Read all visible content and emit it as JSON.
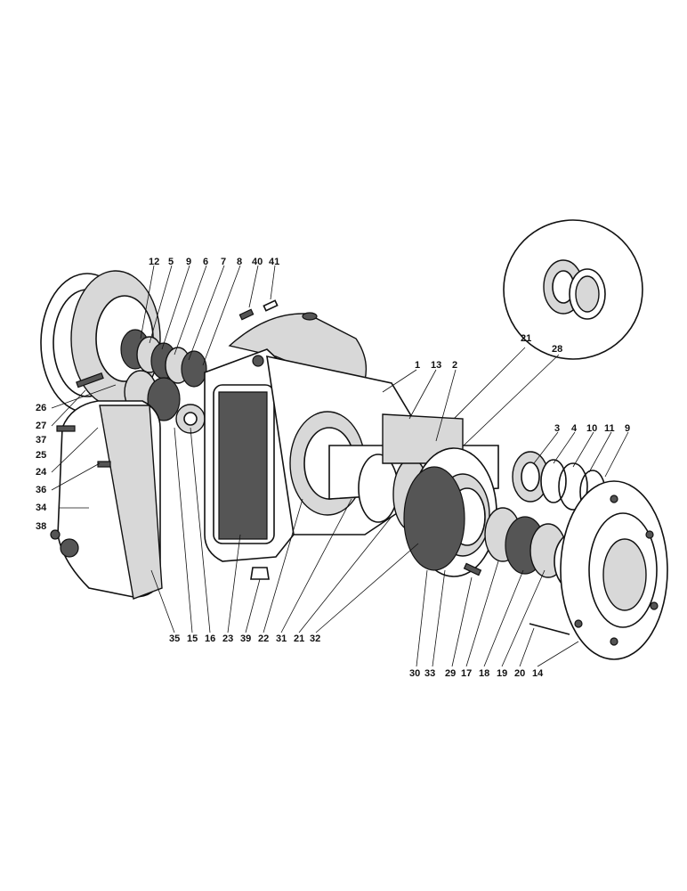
{
  "labels": {
    "top": [
      "12",
      "5",
      "9",
      "6",
      "7",
      "8",
      "40",
      "41"
    ],
    "upper_mid": [
      "1",
      "13",
      "2"
    ],
    "inset": [
      "21",
      "28"
    ],
    "right_top": [
      "3",
      "4",
      "10",
      "11",
      "9"
    ],
    "left": [
      "26",
      "27",
      "37",
      "25",
      "24",
      "36",
      "34",
      "38"
    ],
    "bottom_left": [
      "35",
      "15",
      "16",
      "23",
      "39",
      "22",
      "31",
      "21",
      "32"
    ],
    "bottom_right": [
      "30",
      "33",
      "29",
      "17",
      "18",
      "19",
      "20",
      "14"
    ]
  }
}
